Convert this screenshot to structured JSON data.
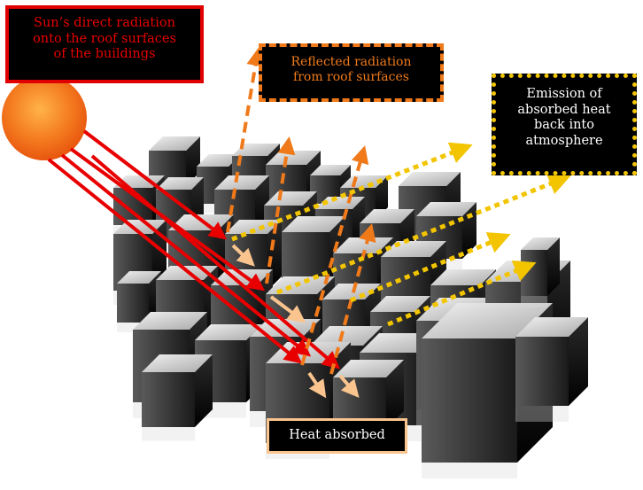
{
  "labels": {
    "sun_radiation": [
      "Sun’s direct radiation",
      "onto the roof surfaces",
      "of the buildings"
    ],
    "reflected": [
      "Reflected radiation",
      "from roof surfaces"
    ],
    "emission": [
      "Emission of",
      "absorbed heat",
      "back into",
      "atmosphere"
    ],
    "heat_absorbed": "Heat absorbed"
  },
  "colors": {
    "sun_ray": "#e80000",
    "reflected": "#f07a1a",
    "emission": "#f2c500",
    "absorbed": "#f9c48e",
    "sun_fill": "#f07a1a"
  }
}
